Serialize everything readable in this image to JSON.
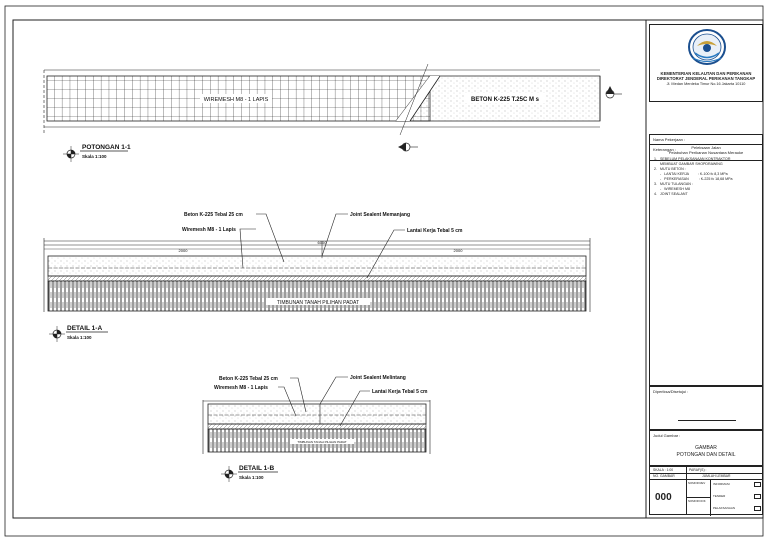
{
  "section_1_1": {
    "wiremesh_label": "WIREMESH M8 - 1 LAPIS",
    "beton_label": "BETON K-225 T.25C M s",
    "title": "POTONGAN 1-1",
    "scale": "Skala 1:100"
  },
  "detail_1a": {
    "callout_beton": "Beton K-225 Tebal 25 cm",
    "callout_wiremesh": "Wiremesh M8 - 1 Lapis",
    "callout_joint": "Joint Sealent Memanjang",
    "callout_lantai": "Lantai Kerja Tebal 5 cm",
    "dim_left": "2000",
    "dim_total": "6000",
    "dim_right": "2000",
    "soil_label": "TIMBUNAN TANAH PILIHAN PADAT",
    "title": "DETAIL 1-A",
    "scale": "Skala 1:100"
  },
  "detail_1b": {
    "callout_beton": "Beton K-225 Tebal 25 cm",
    "callout_wiremesh": "Wiremesh M8 - 1 Lapis",
    "callout_joint": "Joint Sealent Melintang",
    "callout_lantai": "Lantai Kerja Tebal 5 cm",
    "soil_label": "TIMBUNAN TANAH PILIHAN PADAT",
    "title": "DETAIL 1-B",
    "scale": "Skala 1:100"
  },
  "title_block": {
    "org_line1": "KEMENTERIAN KELAUTAN DAN PERIKANAN",
    "org_line2": "DIREKTORAT JENDERAL PERIKANAN TANGKAP",
    "org_address": "Jl. Medan Merdeka Timur No.16 Jakarta 10110",
    "project_header": "Nama Pekerjaan :",
    "project_line1": "Peleksaan Jalan",
    "project_line2": "Pelabuhan Perikanan Nusantara Merauke",
    "notes_header": "Keterangan :",
    "notes": [
      "1.   SEBELUM PELAKSANAAN KONTRAKTOR",
      "      MEMBUAT GAMBAR SHOPDRAWING",
      "2.   MUTU BETON :",
      "      -   LANTAI KERJA         : K-100 fc 8,3 MPa",
      "      -   PERKERASAN          : K-225 fc 18,68 MPa",
      "3.   MUTU TULANGAN :",
      "      -   WIREMESH M8",
      "4.   JOINT SEALANT"
    ],
    "approval_header": "Diperiksa/Disetujui :",
    "drawing_title_header": "Judul Gambar :",
    "drawing_title_line1": "GAMBAR",
    "drawing_title_line2": "POTONGAN DAN DETAIL",
    "scale_label": "SKALA : 1:00",
    "paraf_label": "PARAF(S) :",
    "no_gambar_label": "NO. GAMBAR",
    "jumlah_label": "JUMLAH LEMBAR",
    "drawing_number": "000",
    "check_informasi": "INFORMASI",
    "check_tender": "TENDER",
    "check_pelaksanaan": "PELAKSANAAN",
    "sub_label_1": "NOMOR REV",
    "sub_label_2": "NOMOR DOK"
  }
}
